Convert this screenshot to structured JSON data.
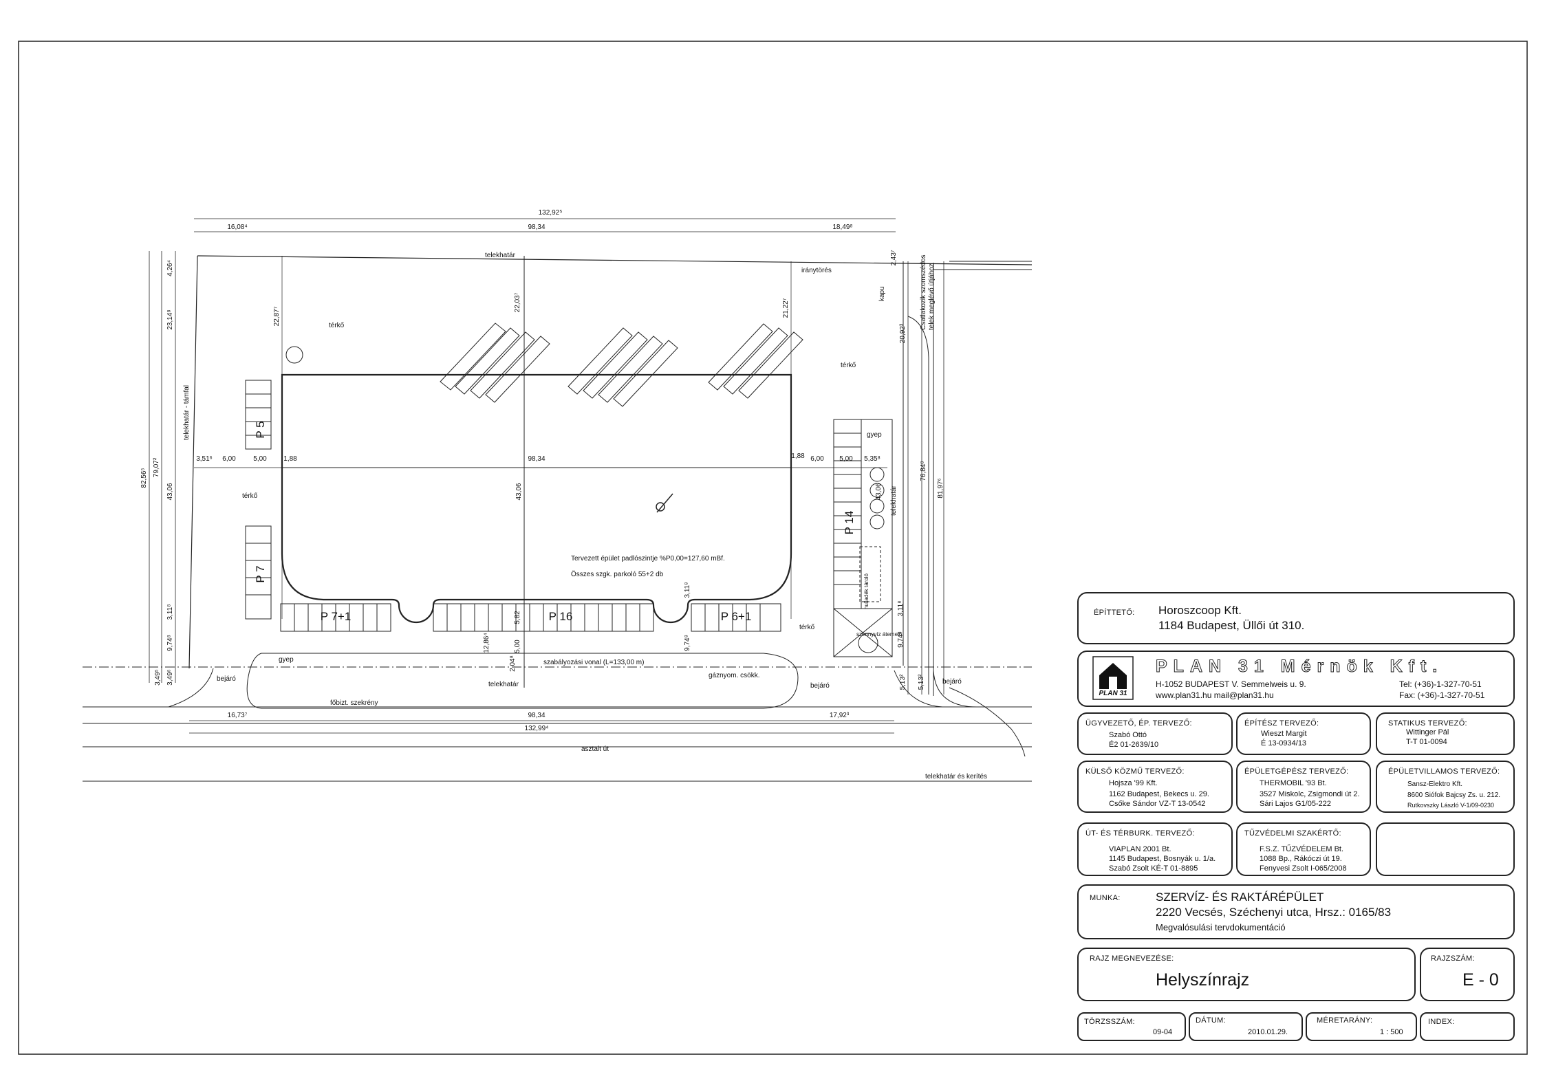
{
  "plan": {
    "dims": {
      "top_total": "132,92⁵",
      "top_left": "16,08⁴",
      "top_mid": "98,34",
      "top_right": "18,49⁸",
      "bottom_left": "16,73⁷",
      "bottom_mid": "98,34",
      "bottom_right": "17,92³",
      "bottom_total": "132,99⁴",
      "left_outer": "82,56⁵",
      "left_mid": "79,07²",
      "left_top1": "4,26⁴",
      "left_top2": "23,14⁸",
      "left_building": "43,06",
      "left_small1": "3,11⁸",
      "left_small2": "9,74⁸",
      "left_small3": "3,49⁵",
      "left_small4": "3,49⁵",
      "right_top": "2,43⁷",
      "right_a": "20,92³",
      "right_b": "76,84⁸",
      "right_c": "81,97⁶",
      "right_building": "43,06",
      "right_small1": "3,11⁸",
      "right_small2": "9,74⁸",
      "right_small3": "5,13²",
      "right_small4": "5,13²",
      "row_a": "3,51⁶",
      "row_b": "6,00",
      "row_c": "5,00",
      "row_d": "1,88",
      "row_mid": "98,34",
      "row_e": "1,88",
      "row_f": "6,00",
      "row_g": "5,00",
      "row_h": "5,35⁸",
      "center_v": "43,06",
      "north_a": "22,87⁷",
      "north_b": "22,03⁷",
      "north_c": "21,22⁷",
      "south_a": "12,86⁴",
      "south_b": "5,82",
      "south_c": "2,04⁸",
      "south_d": "5,00",
      "south_e": "9,74⁸",
      "south_f": "3,11⁸"
    },
    "labels": {
      "telekhatar_top": "telekhatár",
      "iranytores": "iránytörés",
      "kapu": "kapu",
      "csatlakozik": "Csatlakozik szomszédos",
      "telek_meglevo": "telek meglévő útjához",
      "terko1": "térkő",
      "terko2": "térkő",
      "terko3": "térkő",
      "terko4": "térkő",
      "telekhatar_tamfal": "telekhatár - támfal",
      "telekhatar_right": "telekhatár",
      "gyep1": "gyep",
      "gyep2": "gyep",
      "p5": "P 5",
      "p7": "P 7",
      "p14": "P 14",
      "p71": "P 7+1",
      "p16": "P 16",
      "p61": "P 6+1",
      "padloszint": "Tervezett épület padlószintje %P0,00=127,60 mBf.",
      "parkolo": "Összes szgk. parkoló 55+2 db",
      "szabalyozasi": "szabályozási vonal (L=133,00 m)",
      "fobizt": "főbizt. szekrény",
      "telekhatar_bottom": "telekhatár",
      "gaznyom": "gáznyom. csökk.",
      "bejaro1": "bejáró",
      "bejaro2": "bejáró",
      "bejaro3": "bejáró",
      "aszfalt": "asztalt út",
      "telekhatar_kerites": "telekhatár és kerítés",
      "hulladek": "hulladék tároló",
      "szennyviz": "szennyvíz átemelő"
    }
  },
  "titleblock": {
    "epitteto_label": "ÉPÍTTETŐ:",
    "epitteto_name": "Horoszcoop Kft.",
    "epitteto_addr": "1184 Budapest, Üllői út 310.",
    "company": "PLAN 31 Mérnök Kft.",
    "company_addr": "H-1052 BUDAPEST V. Semmelweis u. 9.",
    "company_web": "www.plan31.hu  mail@plan31.hu",
    "company_tel": "Tel:  (+36)-1-327-70-51",
    "company_fax": "Fax: (+36)-1-327-70-51",
    "logo_text": "PLAN 31",
    "ugyvezeto_label": "ÜGYVEZETŐ, ÉP. TERVEZŐ:",
    "ugyvezeto_name": "Szabó Ottó",
    "ugyvezeto_id": "É2 01-2639/10",
    "epitesz_label": "ÉPÍTÉSZ TERVEZŐ:",
    "epitesz_name": "Wieszt Margit",
    "epitesz_id": "É 13-0934/13",
    "statikus_label": "STATIKUS TERVEZŐ:",
    "statikus_name": "Wittinger Pál",
    "statikus_id": "T-T 01-0094",
    "kozmu_label": "KÜLSŐ KÖZMŰ TERVEZŐ:",
    "kozmu_1": "Hojsza '99 Kft.",
    "kozmu_2": "1162 Budapest, Bekecs u. 29.",
    "kozmu_3": "Csőke Sándor   VZ-T 13-0542",
    "gepesz_label": "ÉPÜLETGÉPÉSZ TERVEZŐ:",
    "gepesz_1": "THERMOBIL '93 Bt.",
    "gepesz_2": "3527 Miskolc, Zsigmondi út 2.",
    "gepesz_3": "Sári Lajos          G1/05-222",
    "villamos_label": "ÉPÜLETVILLAMOS TERVEZŐ:",
    "villamos_1": "Sansz-Elektro Kft.",
    "villamos_2": "8600 Siófok Bajcsy Zs. u. 212.",
    "villamos_3": "Rutkovszky László  V-1/09-0230",
    "ut_label": "ÚT- ÉS TÉRBURK. TERVEZŐ:",
    "ut_1": "VIAPLAN 2001 Bt.",
    "ut_2": "1145 Budapest, Bosnyák u. 1/a.",
    "ut_3": "Szabó Zsolt       KÉ-T 01-8895",
    "tuzvedelmi_label": "TŰZVÉDELMI SZAKÉRTŐ:",
    "tuz_1": "F.S.Z. TŰZVÉDELEM Bt.",
    "tuz_2": "1088 Bp., Rákóczi út 19.",
    "tuz_3": "Fenyvesi Zsolt      I-065/2008",
    "munka_label": "MUNKA:",
    "munka_1": "SZERVÍZ- ÉS RAKTÁRÉPÜLET",
    "munka_2": "2220 Vecsés, Széchenyi utca, Hrsz.: 0165/83",
    "munka_3": "Megvalósulási tervdokumentáció",
    "rajz_label": "RAJZ MEGNEVEZÉSE:",
    "rajz_name": "Helyszínrajz",
    "rajzszam_label": "RAJZSZÁM:",
    "rajzszam": "E - 0",
    "torzsszam_label": "TÖRZSSZÁM:",
    "torzsszam": "09-04",
    "datum_label": "DÁTUM:",
    "datum": "2010.01.29.",
    "meretarany_label": "MÉRETARÁNY:",
    "meretarany": "1 : 500",
    "index_label": "INDEX:"
  }
}
